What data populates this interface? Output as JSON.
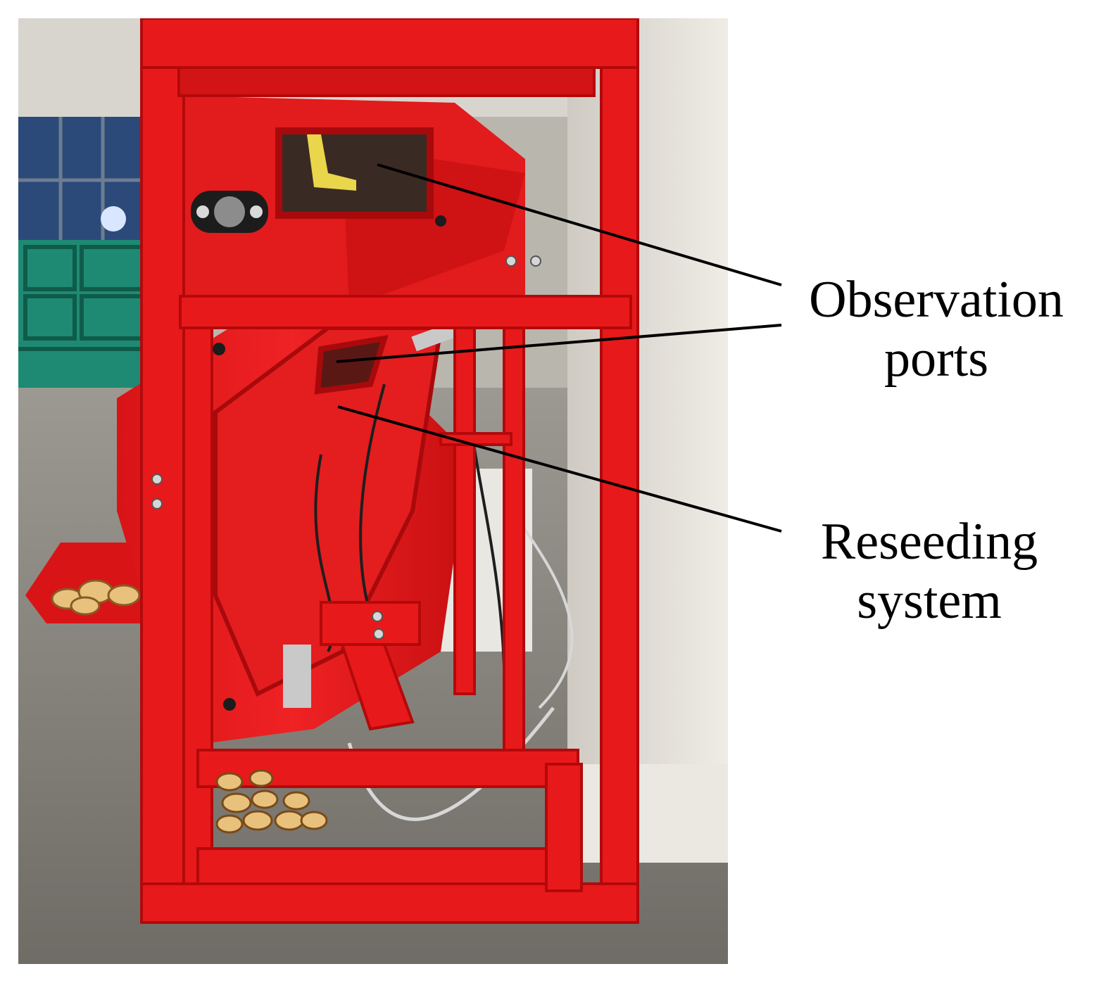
{
  "callouts": {
    "observation_ports": {
      "line1": "Observation",
      "line2": "ports"
    },
    "reseeding_system": {
      "line1": "Reseeding",
      "line2": "system"
    }
  },
  "colors": {
    "frame_red": "#e8191a",
    "frame_dark": "#b3090b",
    "floor": "#8d8a83",
    "wall": "#e6e3dc",
    "potato": "#e8c27d"
  }
}
